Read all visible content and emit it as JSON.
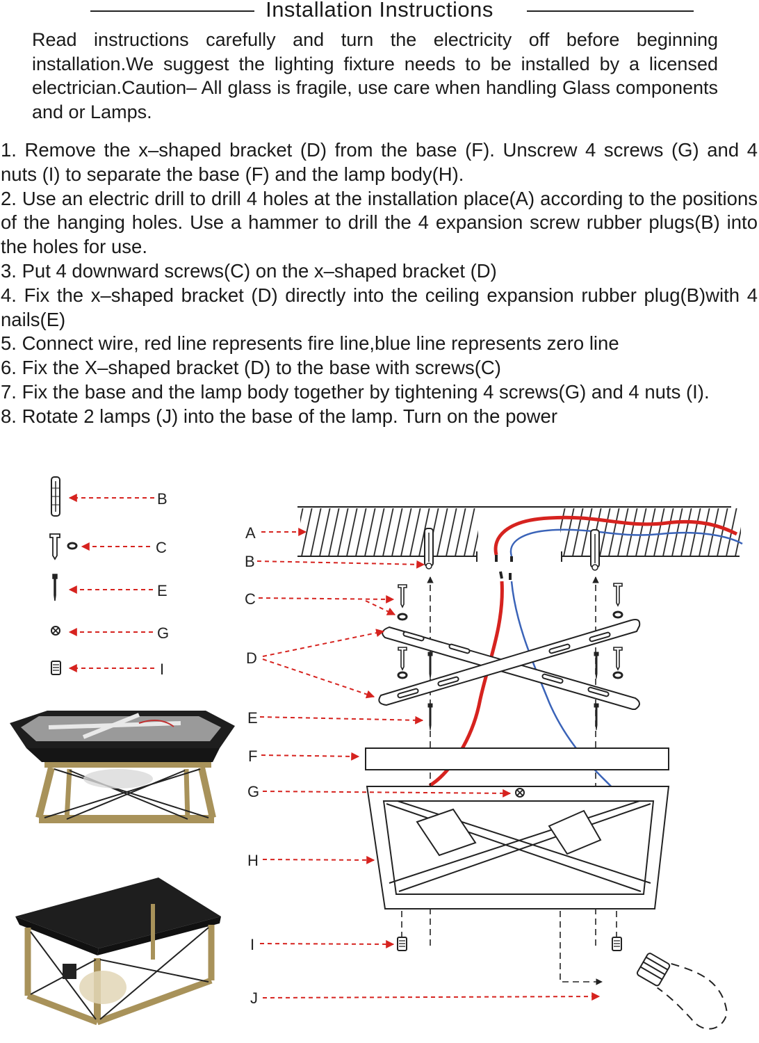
{
  "title": "Installation Instructions",
  "intro": "Read instructions carefully and turn the electricity off before beginning installation.We suggest the lighting fixture needs to be installed by a licensed electrician.Caution– All glass is fragile, use care when handling Glass components and or Lamps.",
  "steps": [
    "1. Remove the x–shaped bracket (D) from the base (F). Unscrew 4 screws (G) and 4 nuts (I) to separate the base (F) and the lamp body(H).",
    "2. Use an electric drill to drill 4  holes at the installation place(A) according to the positions of the hanging holes. Use a hammer to drill the 4 expansion screw rubber plugs(B) into the holes for use.",
    "3. Put 4 downward screws(C) on the x–shaped bracket (D)",
    "4. Fix the x–shaped bracket (D) directly into the ceiling expansion rubber plug(B)with 4 nails(E)",
    "5. Connect wire, red line represents fire line,blue line represents zero line",
    "6. Fix the X–shaped bracket (D) to the base with screws(C)",
    "7. Fix the base and the lamp body together by tightening 4 screws(G) and 4 nuts (I).",
    "8. Rotate 2 lamps (J) into the base of the lamp. Turn on the power"
  ],
  "parts_legend": {
    "B": "B",
    "C": "C",
    "E": "E",
    "G": "G",
    "I": "I"
  },
  "diagram_labels": {
    "A": "A",
    "B": "B",
    "C": "C",
    "D": "D",
    "E": "E",
    "F": "F",
    "G": "G",
    "H": "H",
    "I": "I",
    "J": "J"
  },
  "colors": {
    "arrow": "#d6231f",
    "fire_line": "#d6231f",
    "zero_line": "#3a63b8",
    "text": "#1a1a1a",
    "fixture_frame": "#2b2b2b",
    "fixture_brass": "#a8925a"
  }
}
